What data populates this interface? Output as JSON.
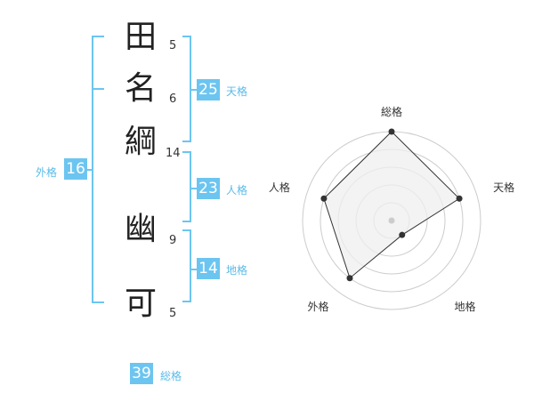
{
  "name": {
    "characters": [
      {
        "char": "田",
        "strokes": "5"
      },
      {
        "char": "名",
        "strokes": "6"
      },
      {
        "char": "綱",
        "strokes": "14"
      },
      {
        "char": "幽",
        "strokes": "9"
      },
      {
        "char": "可",
        "strokes": "5"
      }
    ]
  },
  "fortune": {
    "tenkaku": {
      "value": "25",
      "label": "天格"
    },
    "jinkaku": {
      "value": "23",
      "label": "人格"
    },
    "chikaku": {
      "value": "14",
      "label": "地格"
    },
    "gaikaku": {
      "value": "16",
      "label": "外格"
    },
    "soukaku": {
      "value": "39",
      "label": "総格"
    }
  },
  "chart_data": {
    "type": "radar",
    "axes": [
      "総格",
      "天格",
      "地格",
      "外格",
      "人格"
    ],
    "values": [
      5,
      4,
      1,
      4,
      4
    ],
    "max": 5,
    "rings": 5,
    "colors": {
      "fill": "#efefef",
      "stroke": "#333333",
      "point": "#333333",
      "grid": "#cccccc",
      "center": "#cccccc"
    }
  }
}
